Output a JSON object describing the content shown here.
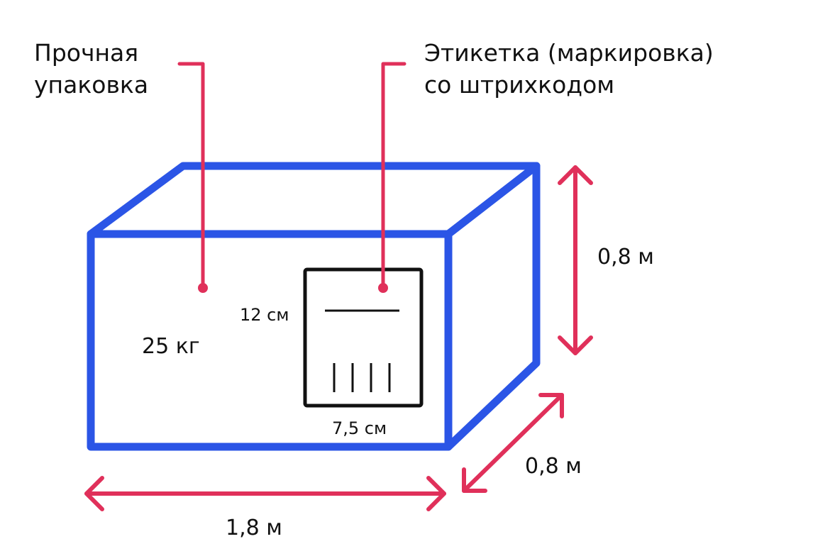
{
  "callouts": {
    "packaging_line1": "Прочная",
    "packaging_line2": "упаковка",
    "label_line1": "Этикетка (маркировка)",
    "label_line2": "со штрихкодом"
  },
  "dimensions": {
    "height": "0,8 м",
    "depth": "0,8 м",
    "width": "1,8 м",
    "weight": "25 кг",
    "label_height": "12 см",
    "label_width": "7,5 см"
  },
  "colors": {
    "box_outline": "#2b55e6",
    "accent": "#e0305a",
    "ink": "#111111"
  }
}
